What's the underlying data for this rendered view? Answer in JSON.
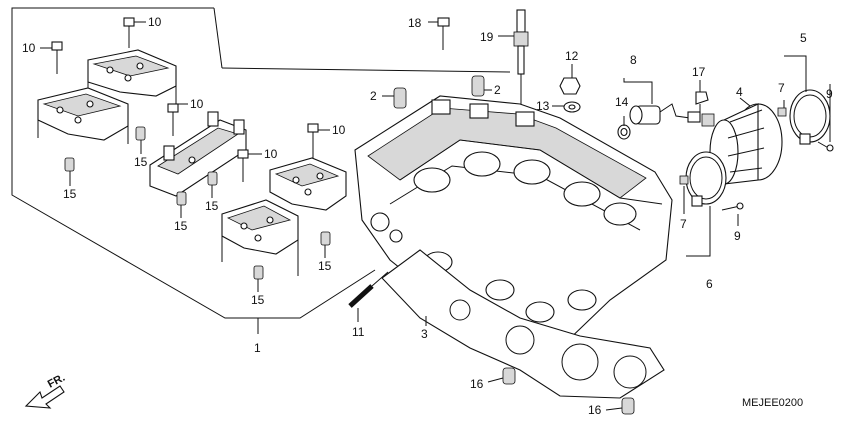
{
  "diagram_code": "MEJEE0200",
  "front_indicator": "FR.",
  "callouts": [
    {
      "id": "c10a",
      "text": "10"
    },
    {
      "id": "c10b",
      "text": "10"
    },
    {
      "id": "c10c",
      "text": "10"
    },
    {
      "id": "c10d",
      "text": "10"
    },
    {
      "id": "c10e",
      "text": "10"
    },
    {
      "id": "c15a",
      "text": "15"
    },
    {
      "id": "c15b",
      "text": "15"
    },
    {
      "id": "c15c",
      "text": "15"
    },
    {
      "id": "c15d",
      "text": "15"
    },
    {
      "id": "c15e",
      "text": "15"
    },
    {
      "id": "c15f",
      "text": "15"
    },
    {
      "id": "c1",
      "text": "1"
    },
    {
      "id": "c18",
      "text": "18"
    },
    {
      "id": "c19",
      "text": "19"
    },
    {
      "id": "c2a",
      "text": "2"
    },
    {
      "id": "c2b",
      "text": "2"
    },
    {
      "id": "c12",
      "text": "12"
    },
    {
      "id": "c13",
      "text": "13"
    },
    {
      "id": "c8",
      "text": "8"
    },
    {
      "id": "c14",
      "text": "14"
    },
    {
      "id": "c17",
      "text": "17"
    },
    {
      "id": "c4",
      "text": "4"
    },
    {
      "id": "c5",
      "text": "5"
    },
    {
      "id": "c7a",
      "text": "7"
    },
    {
      "id": "c9a",
      "text": "9"
    },
    {
      "id": "c7b",
      "text": "7"
    },
    {
      "id": "c9b",
      "text": "9"
    },
    {
      "id": "c6",
      "text": "6"
    },
    {
      "id": "c11",
      "text": "11"
    },
    {
      "id": "c3",
      "text": "3"
    },
    {
      "id": "c16a",
      "text": "16"
    },
    {
      "id": "c16b",
      "text": "16"
    }
  ]
}
